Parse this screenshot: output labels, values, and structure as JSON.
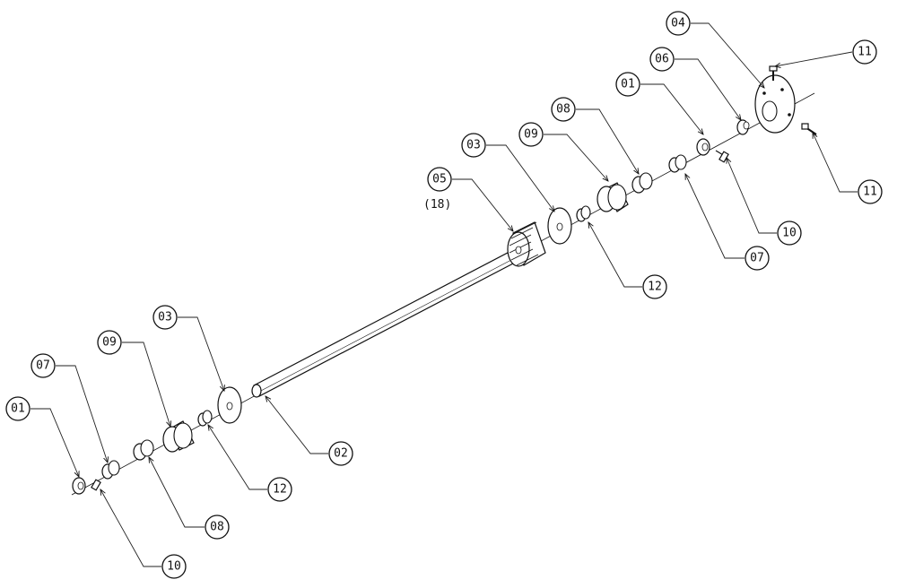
{
  "balloons": {
    "b04": "04",
    "b06": "06",
    "b11a": "11",
    "b01a": "01",
    "b08a": "08",
    "b09a": "09",
    "b03a": "03",
    "b05": "05",
    "b11b": "11",
    "b10a": "10",
    "b07a": "07",
    "b12a": "12",
    "b03b": "03",
    "b09b": "09",
    "b07b": "07",
    "b01b": "01",
    "b02": "02",
    "b12b": "12",
    "b08b": "08",
    "b10b": "10"
  },
  "notes": {
    "tooth_count": "(18)"
  },
  "colors": {
    "line": "#111111",
    "background": "#ffffff"
  }
}
